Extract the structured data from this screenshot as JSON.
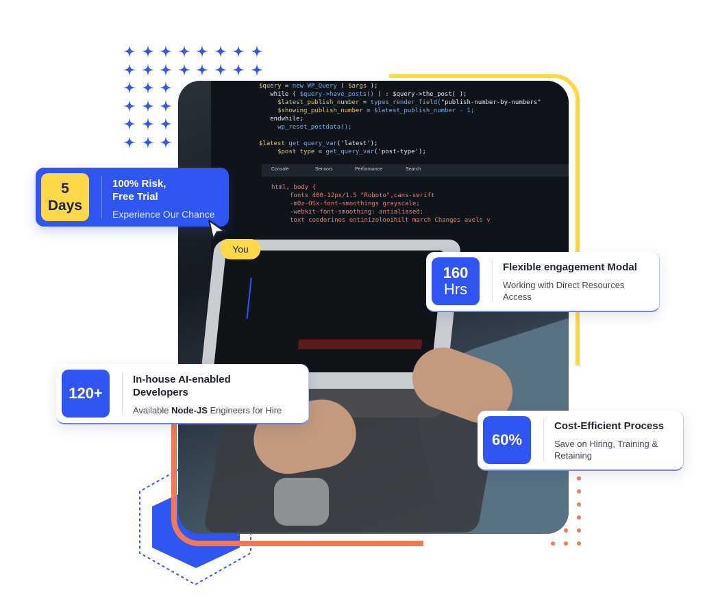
{
  "trial": {
    "badge_line1": "5",
    "badge_line2": "Days",
    "title_line1": "100%  Risk,",
    "title_line2": "Free Trial",
    "subtitle": "Experience Our Chance"
  },
  "cursor_tag": "You",
  "hours_card": {
    "badge_line1": "160",
    "badge_line2": "Hrs",
    "title": "Flexible engagement Modal",
    "subtitle_line1": "Working with Direct Resources",
    "subtitle_line2": "Access"
  },
  "devs_card": {
    "badge": "120+",
    "title_line1": "In-house AI-enabled",
    "title_line2": "Developers",
    "subtitle_prefix": "Available ",
    "subtitle_bold": "Node-JS",
    "subtitle_suffix": " Engineers for Hire"
  },
  "cost_card": {
    "badge": "60%",
    "title": "Cost-Efficient Process",
    "subtitle_line1": "Save on Hiring, Training &",
    "subtitle_line2": "Retaining"
  },
  "colors": {
    "primary_blue": "#2f55f2",
    "accent_yellow": "#ffd84a",
    "accent_orange": "#ef7a58"
  }
}
